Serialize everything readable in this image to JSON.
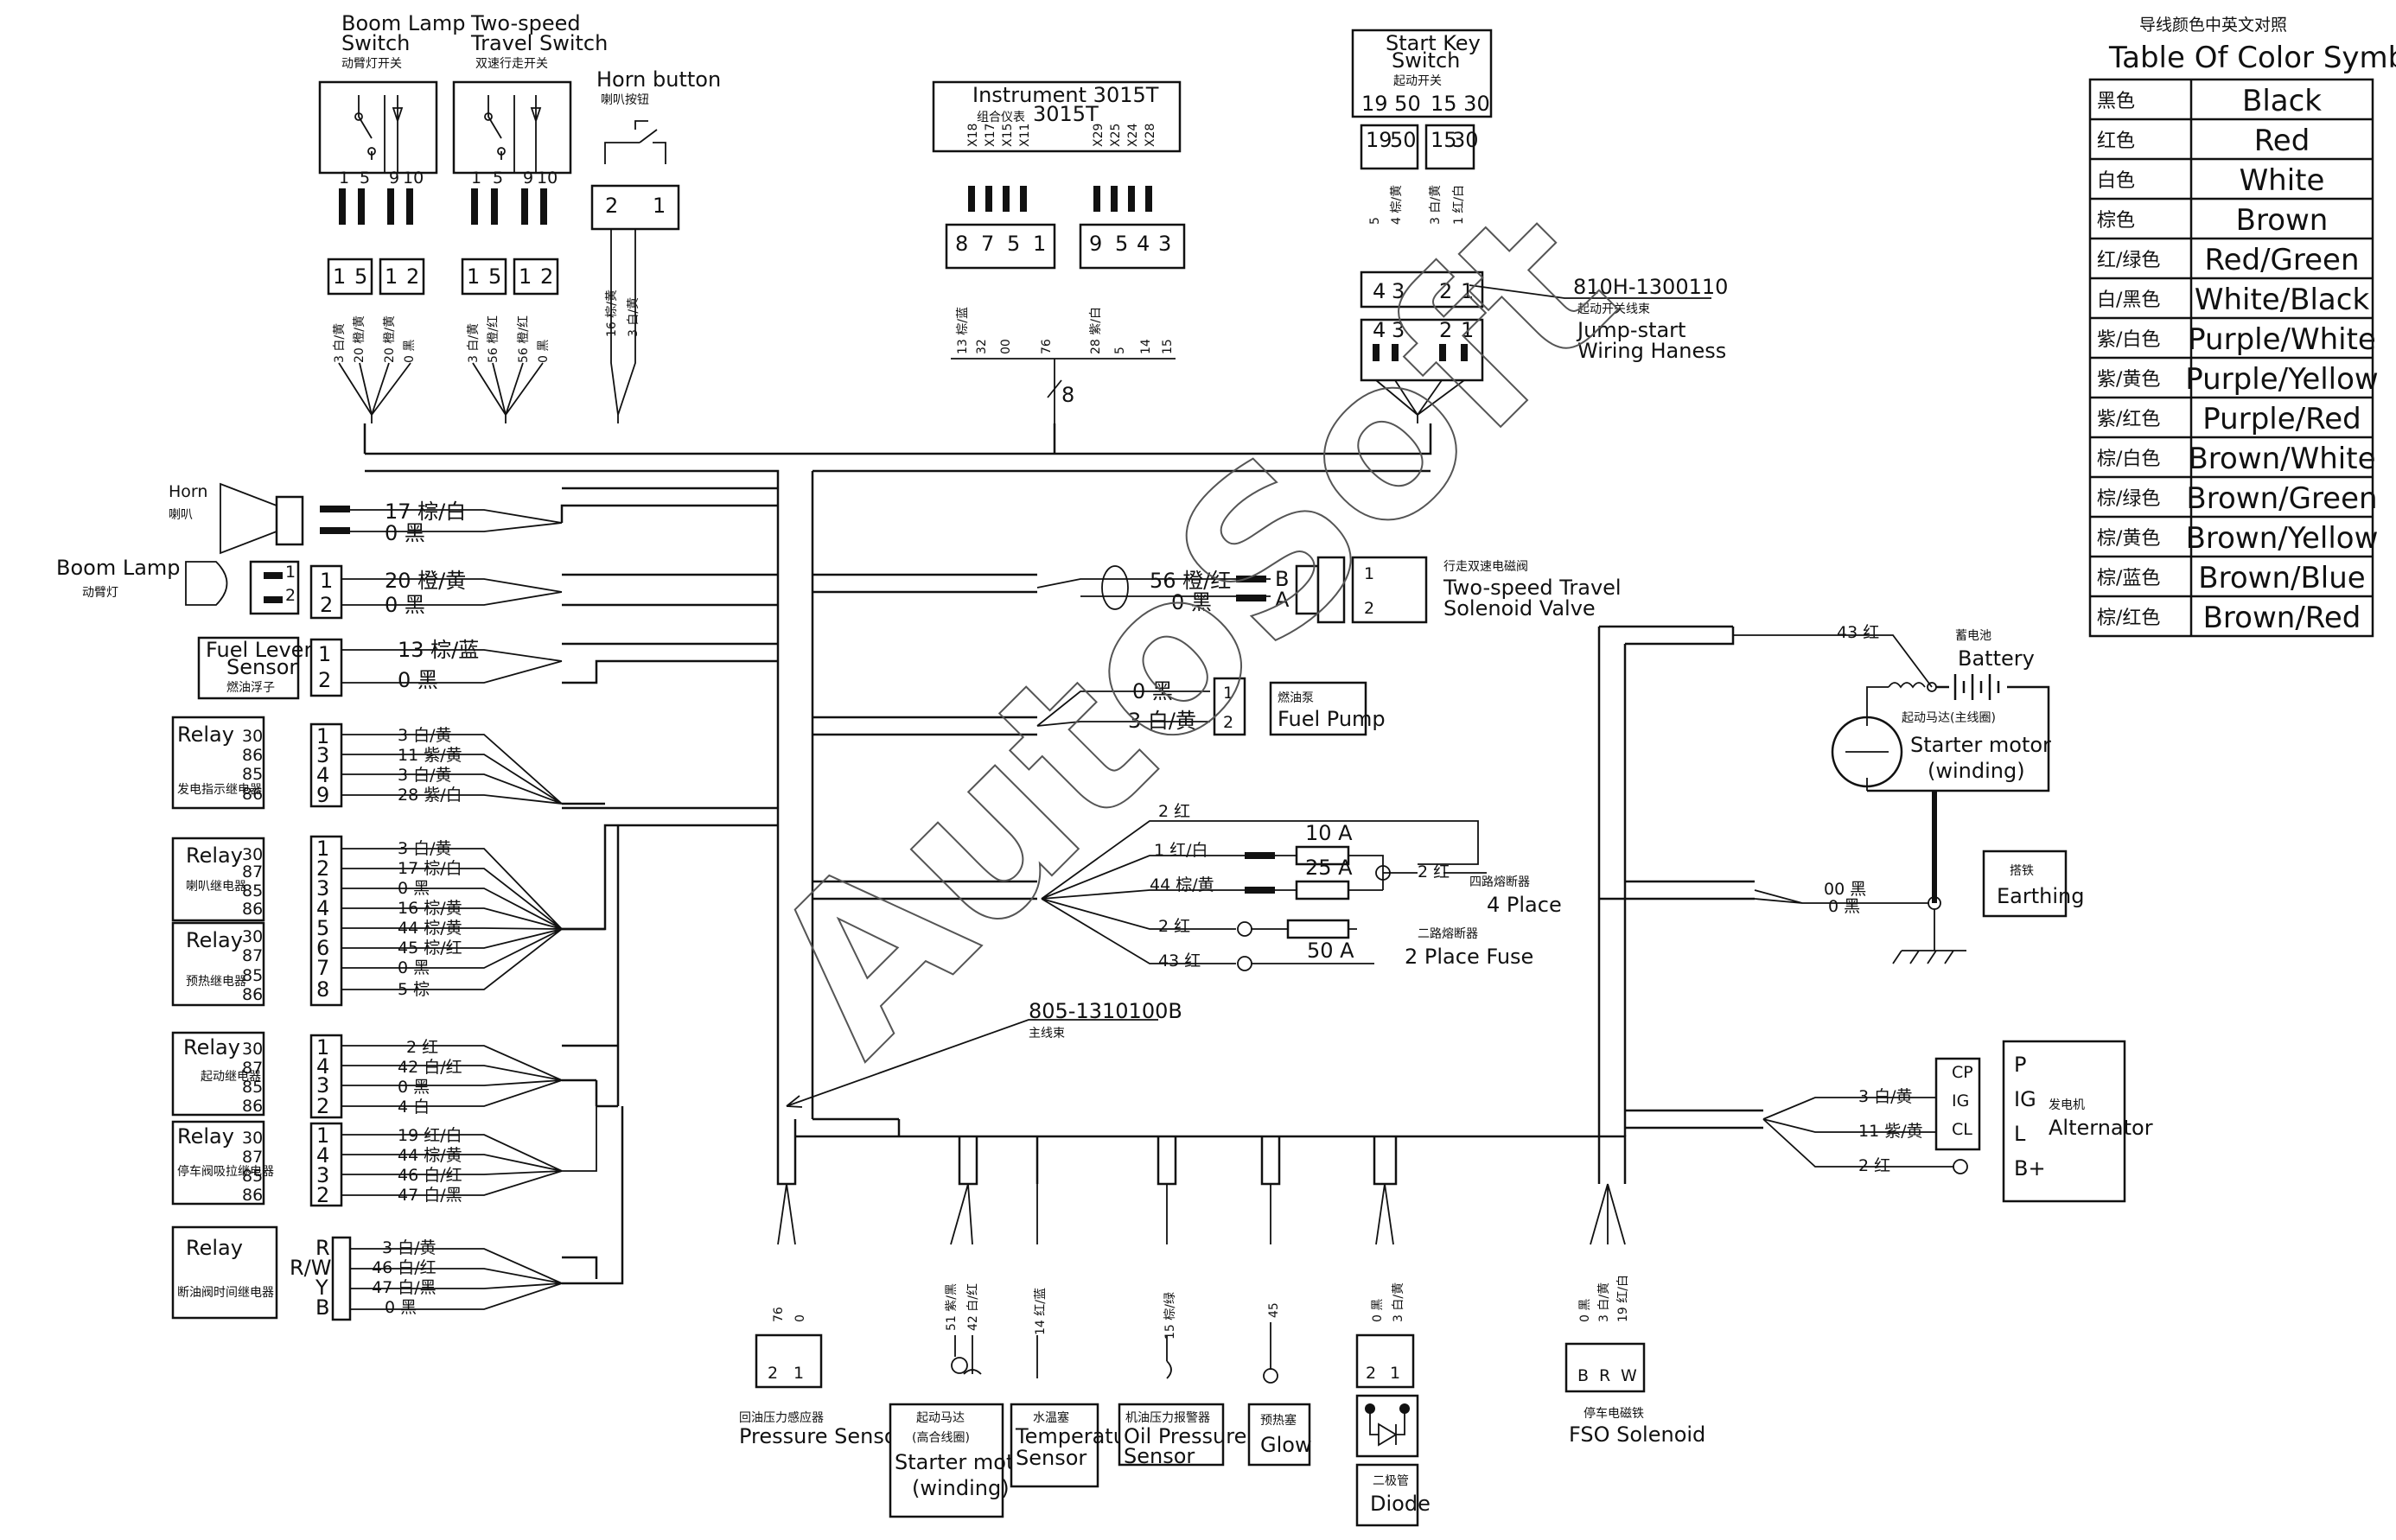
{
  "watermark": "AutoSoft",
  "color_table": {
    "title_cn": "导线颜色中英文对照",
    "title_en": "Table Of Color Symbol",
    "rows": [
      {
        "cn": "黑色",
        "en": "Black"
      },
      {
        "cn": "红色",
        "en": "Red"
      },
      {
        "cn": "白色",
        "en": "White"
      },
      {
        "cn": "棕色",
        "en": "Brown"
      },
      {
        "cn": "红/绿色",
        "en": "Red/Green"
      },
      {
        "cn": "白/黑色",
        "en": "White/Black"
      },
      {
        "cn": "紫/白色",
        "en": "Purple/White"
      },
      {
        "cn": "紫/黄色",
        "en": "Purple/Yellow"
      },
      {
        "cn": "紫/红色",
        "en": "Purple/Red"
      },
      {
        "cn": "棕/白色",
        "en": "Brown/White"
      },
      {
        "cn": "棕/绿色",
        "en": "Brown/Green"
      },
      {
        "cn": "棕/黄色",
        "en": "Brown/Yellow"
      },
      {
        "cn": "棕/蓝色",
        "en": "Brown/Blue"
      },
      {
        "cn": "棕/红色",
        "en": "Brown/Red"
      }
    ]
  },
  "top": {
    "boom_switch": {
      "l1": "Boom Lamp",
      "l2": "Switch",
      "cn": "动臂灯开关",
      "pins": [
        "1",
        "5",
        "9",
        "10"
      ],
      "conn": [
        "1",
        "5",
        "1",
        "2"
      ],
      "wires": [
        "3 白/黄",
        "20 橙/黄",
        "20 橙/黄",
        "0 黑"
      ]
    },
    "travel_switch": {
      "l1": "Two-speed",
      "l2": "Travel Switch",
      "cn": "双速行走开关",
      "pins": [
        "1",
        "5",
        "9",
        "10"
      ],
      "conn": [
        "1",
        "5",
        "1",
        "2"
      ],
      "wires": [
        "3 白/黄",
        "56 橙/红",
        "56 橙/红",
        "0 黑"
      ]
    },
    "horn_button": {
      "l1": "Horn button",
      "cn": "喇叭按钮",
      "conn": [
        "2",
        "1"
      ],
      "wires": [
        "16 棕/黄",
        "3 白/黄"
      ]
    },
    "instrument": {
      "l1": "Instrument 3015T",
      "cn": "组合仪表",
      "l2": "3015T",
      "pins_a": [
        "X18",
        "X17",
        "X15",
        "X11"
      ],
      "pins_b": [
        "X29",
        "X25",
        "X24",
        "X28"
      ],
      "conn_a": [
        "8",
        "7",
        "5",
        "1"
      ],
      "conn_b": [
        "9",
        "5",
        "4",
        "3"
      ],
      "wires": [
        "13 棕/蓝",
        "32",
        "00",
        "76",
        "28 紫/白",
        "5",
        "14",
        "15"
      ],
      "bundle": "8"
    },
    "start_key": {
      "l1": "Start Key",
      "l2": "Switch",
      "cn": "起动开关",
      "pins_a": "19 50",
      "pins_b": "15 30",
      "c1": [
        "19",
        "50"
      ],
      "c2": [
        "15",
        "30"
      ],
      "wires": [
        "5",
        "4 棕/黄",
        "3 白/黄",
        "1 红/白"
      ],
      "conn": [
        "4",
        "3",
        "2",
        "1"
      ]
    },
    "jump_start": {
      "part": "810H-1300110",
      "cn": "起动开关线束",
      "l1": "Jump-start",
      "l2": "Wiring Haness"
    }
  },
  "left": {
    "horn": {
      "en": "Horn",
      "cn": "喇叭",
      "wires": [
        "17 棕/白",
        "0 黑"
      ]
    },
    "boom_lamp": {
      "en": "Boom Lamp",
      "cn": "动臂灯",
      "pins": [
        "1",
        "2"
      ],
      "wires": [
        "20 橙/黄",
        "0 黑"
      ]
    },
    "fuel_lever": {
      "l1": "Fuel Lever",
      "l2": "Sensor",
      "cn": "燃油浮子",
      "pins": [
        "1",
        "2"
      ],
      "wires": [
        "13 棕/蓝",
        "0 黑"
      ]
    },
    "relay1": {
      "title": "Relay",
      "cn": "发电指示继电器",
      "nums": [
        "30",
        "86",
        "85",
        "86"
      ],
      "pins": [
        "1",
        "3",
        "4",
        "9"
      ],
      "wires": [
        "3 白/黄",
        "11 紫/黄",
        "3 白/黄",
        "28 紫/白"
      ]
    },
    "relay2": {
      "title": "Relay",
      "cn": "喇叭继电器",
      "nums": [
        "30",
        "87",
        "85",
        "86"
      ]
    },
    "relay3": {
      "title": "Relay",
      "cn": "预热继电器",
      "nums": [
        "30",
        "87",
        "85",
        "86"
      ]
    },
    "relay23_pins": [
      "1",
      "2",
      "3",
      "4",
      "5",
      "6",
      "7",
      "8"
    ],
    "relay23_wires": [
      "3 白/黄",
      "17 棕/白",
      "0 黑",
      "16 棕/黄",
      "44 棕/黄",
      "45 棕/红",
      "0 黑",
      "5 棕"
    ],
    "relay4": {
      "title": "Relay",
      "cn": "起动继电器",
      "nums": [
        "30",
        "87",
        "85",
        "86"
      ],
      "pins": [
        "1",
        "4",
        "3",
        "2"
      ],
      "wires": [
        "2 红",
        "42 白/红",
        "0 黑",
        "4 白"
      ]
    },
    "relay5": {
      "title": "Relay",
      "cn": "停车阀吸拉继电器",
      "nums": [
        "30",
        "87",
        "85",
        "86"
      ],
      "pins": [
        "1",
        "4",
        "3",
        "2"
      ],
      "wires": [
        "19 红/白",
        "44 棕/黄",
        "46 白/红",
        "47 白/黑"
      ]
    },
    "relay6": {
      "title": "Relay",
      "cn": "断油阀时间继电器",
      "pins": [
        "R",
        "R/W",
        "Y",
        "B"
      ],
      "wires": [
        "3 白/黄",
        "46 白/红",
        "47 白/黑",
        "0 黑"
      ]
    }
  },
  "middle": {
    "solenoid": {
      "cn": "行走双速电磁阀",
      "l1": "Two-speed Travel",
      "l2": "Solenoid Valve",
      "wires": [
        "56 橙/红",
        "0 黑"
      ],
      "pins": [
        "B",
        "A"
      ],
      "conn": [
        "1",
        "2"
      ]
    },
    "fuel_pump": {
      "cn": "燃油泵",
      "en": "Fuel Pump",
      "wires": [
        "0 黑",
        "3 白/黄"
      ],
      "pins": [
        "1",
        "2"
      ]
    },
    "fuse": {
      "w1": "2 红",
      "w2": "1 红/白",
      "w3": "44 棕/黄",
      "w4": "2 红",
      "w5": "2 红",
      "w6": "43 红",
      "f1": "10 A",
      "f2": "25 A",
      "f3": "50 A",
      "cn4": "四路熔断器",
      "en4": "4 Place",
      "cn2": "二路熔断器",
      "en2": "2 Place Fuse"
    },
    "main_harness": {
      "part": "805-1310100B",
      "cn": "主线束"
    }
  },
  "right": {
    "battery": {
      "cn": "蓄电池",
      "en": "Battery",
      "wire": "43 红"
    },
    "starter_motor": {
      "cn": "起动马达(主线圈)",
      "l1": "Starter motor",
      "l2": "(winding)"
    },
    "earthing": {
      "cn": "搭铁",
      "en": "Earthing",
      "wires": [
        "00 黑",
        "0 黑"
      ]
    },
    "alternator": {
      "cn": "发电机",
      "en": "Alternator",
      "pins": [
        "CP",
        "IG",
        "CL"
      ],
      "labels": [
        "P",
        "IG",
        "L",
        "B+"
      ],
      "wires": [
        "3 白/黄",
        "11 紫/黄",
        "2 红"
      ]
    }
  },
  "bottom": [
    {
      "key": "pressure",
      "wires": [
        "76",
        "0"
      ],
      "conn": [
        "2",
        "1"
      ],
      "cn": "回油压力感应器",
      "en": "Pressure Sensor"
    },
    {
      "key": "starter",
      "wires": [
        "51 紫/黑",
        "42 白/红"
      ],
      "cn": "起动马达",
      "cn2": "(高合线圈)",
      "l1": "Starter motor",
      "l2": "(winding)"
    },
    {
      "key": "temp",
      "wires": [
        "14 红/蓝"
      ],
      "cn": "水温塞",
      "l1": "Temperature",
      "l2": "Sensor"
    },
    {
      "key": "oil",
      "wires": [
        "15 棕/绿"
      ],
      "cn": "机油压力报警器",
      "l1": "Oil Pressure",
      "l2": "Sensor"
    },
    {
      "key": "glow",
      "wires": [
        "45"
      ],
      "cn": "预热塞",
      "en": "Glow"
    },
    {
      "key": "diode",
      "wires": [
        "0 黑",
        "3 白/黄"
      ],
      "conn": [
        "2",
        "1"
      ],
      "cn": "二极管",
      "en": "Diode"
    },
    {
      "key": "fso",
      "wires": [
        "0 黑",
        "3 白/黄",
        "19 红/白"
      ],
      "conn": [
        "B",
        "R",
        "W"
      ],
      "cn": "停车电磁铁",
      "en": "FSO Solenoid"
    }
  ]
}
